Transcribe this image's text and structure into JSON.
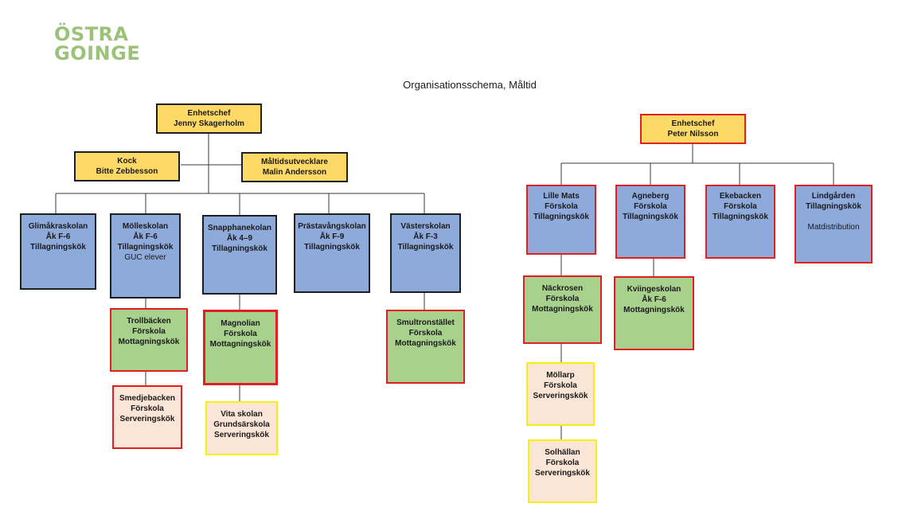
{
  "logo": {
    "line1": "ÖSTRA",
    "line2": "GOINGE"
  },
  "title": "Organisationsschema, Måltid",
  "boxes": {
    "chef1": {
      "lines": [
        "Enhetschef",
        "Jenny Skagerholm"
      ]
    },
    "kock": {
      "lines": [
        "Kock",
        "Bitte Zebbesson"
      ]
    },
    "maltid": {
      "lines": [
        "Måltidsutvecklare",
        "Malin Andersson"
      ]
    },
    "glimakra": {
      "lines": [
        "Glimåkraskolan",
        "Åk F-6",
        "Tillagningskök"
      ]
    },
    "molle": {
      "lines": [
        "Mölleskolan",
        "Åk F-6",
        "Tillagningskök",
        "GUC elever"
      ]
    },
    "snapphane": {
      "lines": [
        "Snapphanekolan",
        "Åk 4–9",
        "Tillagningskök"
      ]
    },
    "prastavang": {
      "lines": [
        "Prästavångskolan",
        "Åk F-9",
        "Tillagningskök"
      ]
    },
    "vaster": {
      "lines": [
        "Västerskolan",
        "Åk F-3",
        "Tillagningskök"
      ]
    },
    "trollbacken": {
      "lines": [
        "Trollbäcken",
        "Förskola",
        "Mottagningskök"
      ]
    },
    "magnolian": {
      "lines": [
        "Magnolian",
        "Förskola",
        "Mottagningskök"
      ]
    },
    "smultron": {
      "lines": [
        "Smultronstället",
        "Förskola",
        "Mottagningskök"
      ]
    },
    "smedje": {
      "lines": [
        "Smedjebacken",
        "Förskola",
        "Serveringskök"
      ]
    },
    "vita": {
      "lines": [
        "Vita skolan",
        "Grundsärskola",
        "Serveringskök"
      ]
    },
    "chef2": {
      "lines": [
        "Enhetschef",
        "Peter Nilsson"
      ]
    },
    "lillemats": {
      "lines": [
        "Lille Mats",
        "Förskola",
        "Tillagningskök"
      ]
    },
    "agneberg": {
      "lines": [
        "Agneberg",
        "Förskola",
        "Tillagningskök"
      ]
    },
    "ekebacken": {
      "lines": [
        "Ekebacken",
        "Förskola",
        "Tillagningskök"
      ]
    },
    "lindgarden": {
      "lines": [
        "Lindgården",
        "Tillagningskök",
        "",
        "Matdistribution"
      ]
    },
    "nackrosen": {
      "lines": [
        "Näckrosen",
        "Förskola",
        "Mottagningskök"
      ]
    },
    "kviinge": {
      "lines": [
        "Kviingeskolan",
        "Åk F-6",
        "Mottagningskök"
      ]
    },
    "mollarp": {
      "lines": [
        "Möllarp",
        "Förskola",
        "Serveringskök"
      ]
    },
    "solhallan": {
      "lines": [
        "Solhällan",
        "Förskola",
        "Serveringskök"
      ]
    }
  },
  "colors": {
    "manager": "#ffd966",
    "kitchen_tillagning": "#8eaadb",
    "kitchen_mottagning": "#a9d18e",
    "kitchen_servering": "#fbe5d6",
    "border_red": "#e02020",
    "border_yellow": "#f5f010",
    "logo_green": "#9cc279"
  }
}
